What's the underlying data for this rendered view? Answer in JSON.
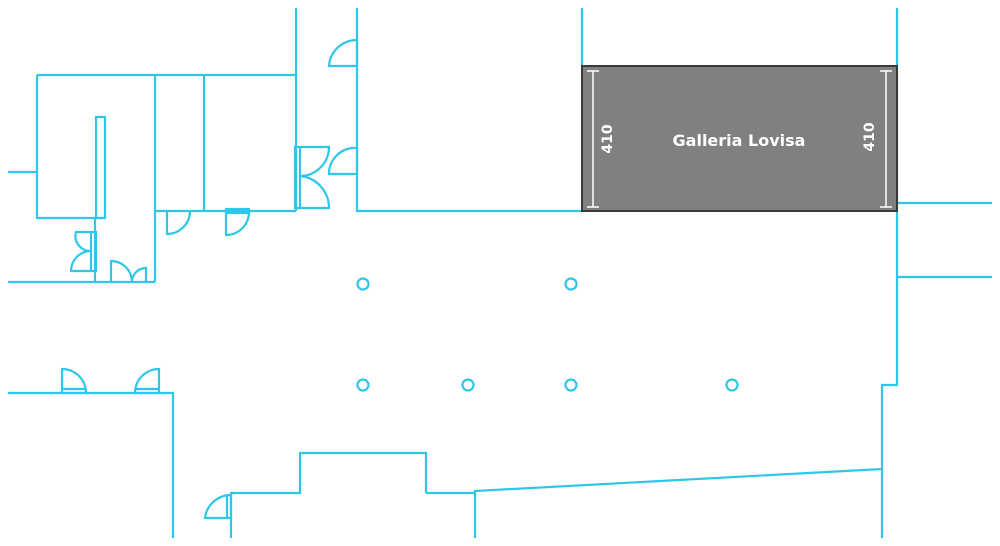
{
  "floorplan": {
    "room": {
      "name": "Galleria Lovisa",
      "left_dimension": "410",
      "right_dimension": "410",
      "fill_color": "#808080"
    },
    "wall_color": "#2ec7ea"
  }
}
